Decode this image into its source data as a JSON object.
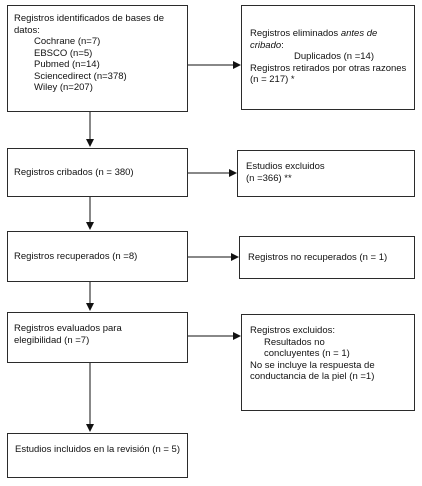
{
  "identification": {
    "title": "Registros identificados de bases de datos:",
    "sources": [
      "Cochrane (n=7)",
      "EBSCO (n=5)",
      "Pubmed (n=14)",
      "Sciencedirect (n=378)",
      "Wiley (n=207)"
    ]
  },
  "removed": {
    "title_part1": "Registros eliminados ",
    "title_italic": "antes de cribado",
    "title_colon": ":",
    "item1": "Duplicados (n =14)",
    "item2": "Registros retirados por otras razones (n = 217) *"
  },
  "screened": {
    "label": "Registros cribados (n = 380)"
  },
  "excluded_studies": {
    "line1": "Estudios excluidos",
    "line2": "(n =366) **"
  },
  "retrieved": {
    "label": "Registros recuperados (n =8)"
  },
  "not_retrieved": {
    "label": "Registros no recuperados (n = 1)"
  },
  "assessed": {
    "line1": "Registros evaluados para",
    "line2": "elegibilidad (n =7)"
  },
  "excluded_records": {
    "title": "Registros excluidos:",
    "reason1": "Resultados no concluyentes (n = 1)",
    "reason2": "No se incluye la respuesta de conductancia de la piel (n =1)"
  },
  "included": {
    "label": "Estudios incluidos en la revisión (n = 5)"
  }
}
